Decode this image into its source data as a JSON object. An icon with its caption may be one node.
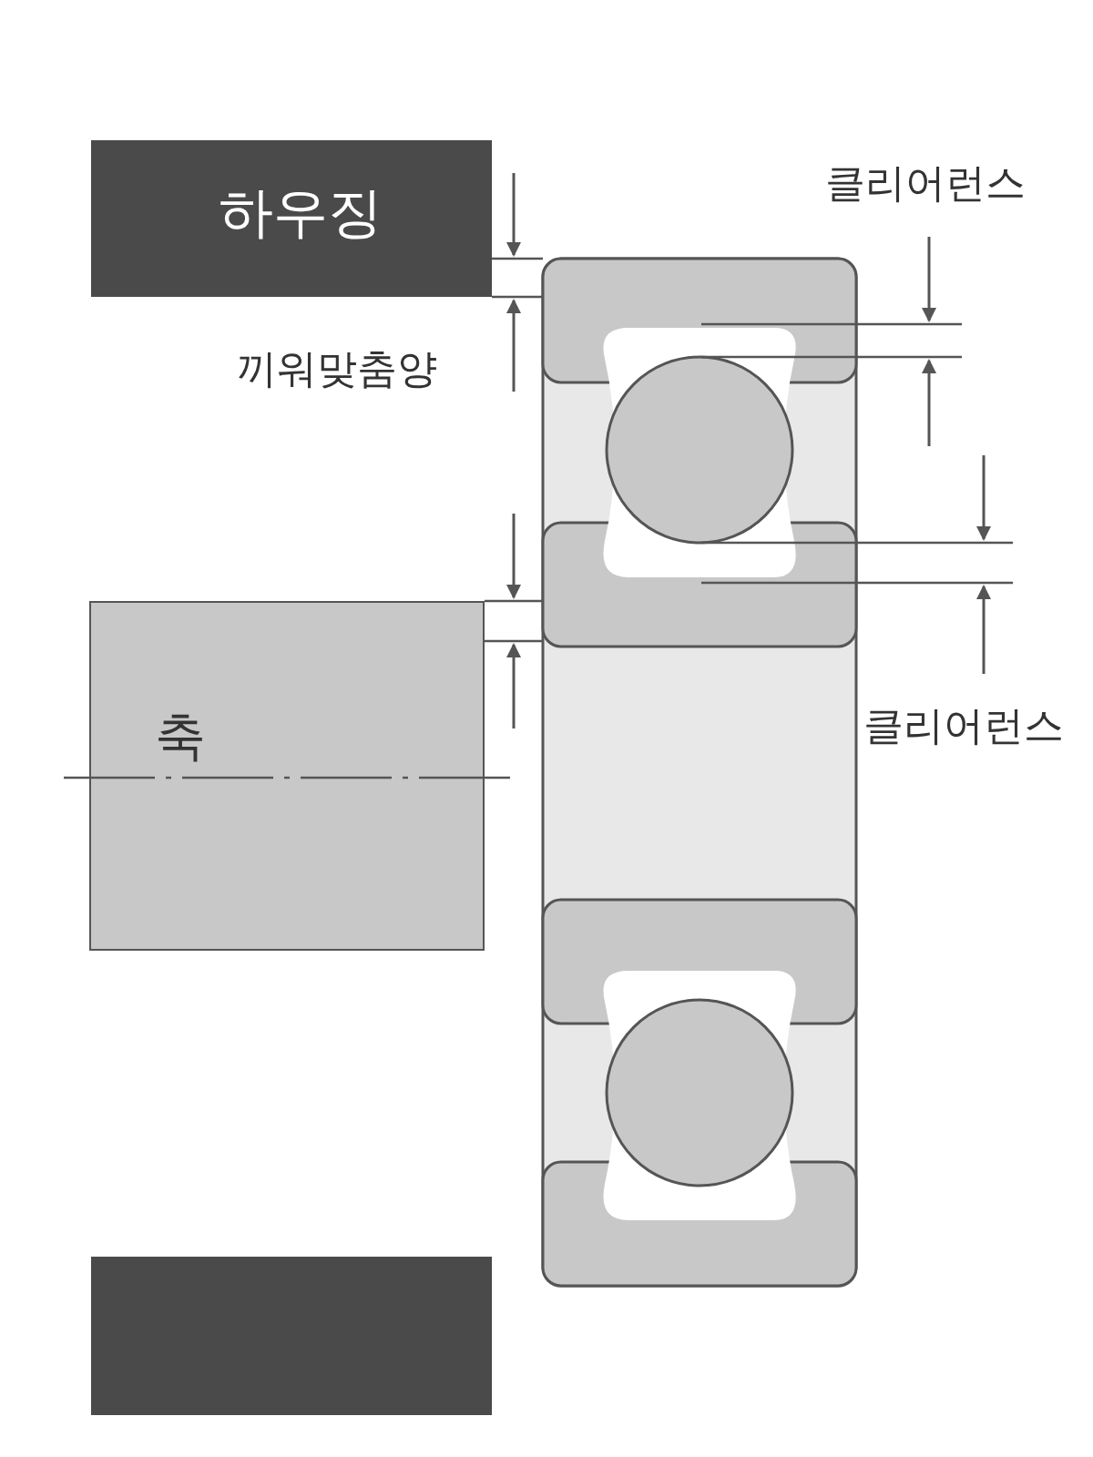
{
  "diagram": {
    "nodes": [
      {
        "text": [
          "하우징"
        ]
      },
      {
        "text": [
          "축"
        ]
      },
      {
        "text": [],
        "shape": "box"
      }
    ],
    "labels": [
      "클리어런스",
      "끼워맞춤양",
      "클리어런스"
    ]
  }
}
